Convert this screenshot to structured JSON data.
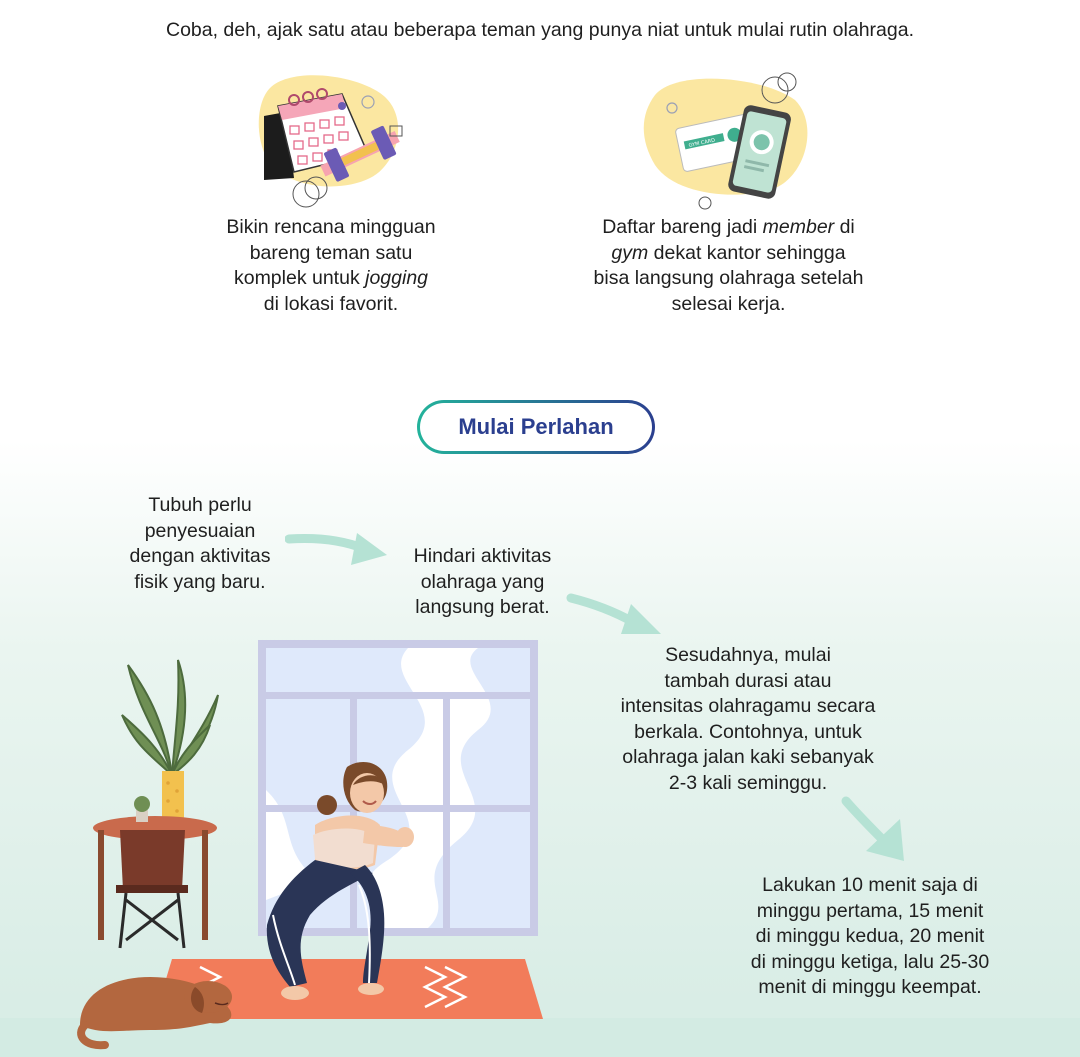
{
  "intro": "Coba, deh, ajak satu atau beberapa teman yang punya niat untuk mulai rutin olahraga.",
  "tips": {
    "left": {
      "l1": "Bikin rencana mingguan",
      "l2": "bareng teman satu",
      "l3a": "komplek untuk ",
      "l3b": "jogging",
      "l4": "di lokasi favorit."
    },
    "right": {
      "l1a": "Daftar bareng jadi ",
      "l1b": "member",
      "l1c": " di",
      "l2a": "gym",
      "l2b": " dekat kantor sehingga",
      "l3": "bisa langsung olahraga setelah",
      "l4": "selesai kerja."
    },
    "gym_card_label": "GYM CARD"
  },
  "section_title": "Mulai Perlahan",
  "steps": {
    "s1": [
      "Tubuh perlu",
      "penyesuaian",
      "dengan aktivitas",
      "fisik yang baru."
    ],
    "s2": [
      "Hindari aktivitas",
      "olahraga yang",
      "langsung berat."
    ],
    "s3": [
      "Sesudahnya, mulai",
      "tambah durasi atau",
      "intensitas olahragamu secara",
      "berkala. Contohnya, untuk",
      "olahraga jalan kaki sebanyak",
      "2-3 kali seminggu."
    ],
    "s4": [
      "Lakukan 10 menit saja di",
      "minggu pertama, 15 menit",
      "di minggu kedua, 20 menit",
      "di minggu ketiga, lalu 25-30",
      "menit di minggu keempat."
    ]
  },
  "colors": {
    "title": "#2b3f8f",
    "badge_gradient_start": "#23b39b",
    "badge_gradient_end": "#2b3f8f",
    "arrow": "#b5e2d4",
    "blob_yellow": "#fbe7a1",
    "mat": "#f27c5a"
  }
}
